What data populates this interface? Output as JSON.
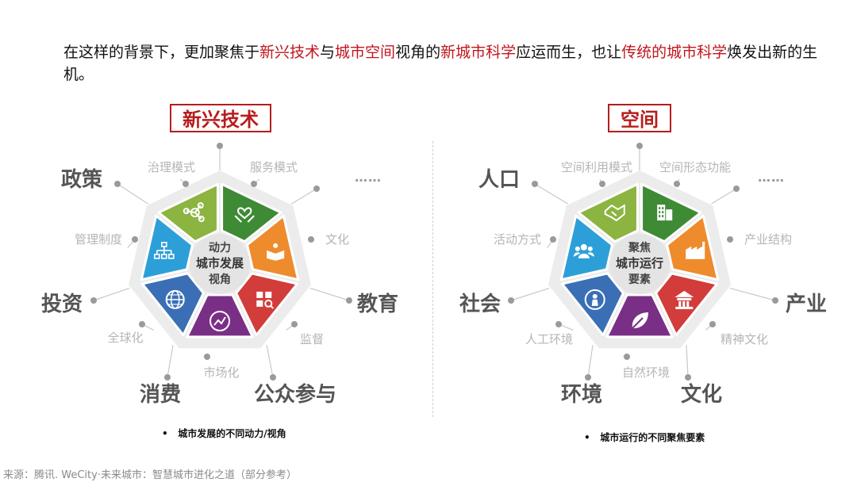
{
  "intro": {
    "p1": "在这样的背景下，更加聚焦于",
    "h1": "新兴技术",
    "p2": "与",
    "h2": "城市空间",
    "p3": "视角的",
    "h3": "新城市科学",
    "p4": "应运而生，也让",
    "h4": "传统的城市科学",
    "p5": "焕发出新的生机。"
  },
  "left": {
    "title": "新兴技术",
    "center": [
      "动力",
      "城市发展",
      "视角"
    ],
    "labels_big": [
      "政策",
      "投资",
      "消费",
      "公众参与",
      "教育"
    ],
    "labels_small": [
      "治理模式",
      "服务模式",
      "文化",
      "管理制度",
      "全球化",
      "市场化",
      "监督"
    ],
    "dots": "……",
    "caption": "城市发展的不同动力/视角",
    "icons": [
      "network-icon",
      "heart-hands-icon",
      "book-icon",
      "dashboard-search-icon",
      "trend-chart-icon",
      "globe-icon",
      "org-chart-icon"
    ]
  },
  "right": {
    "title": "空间",
    "center": [
      "聚焦",
      "城市运行",
      "要素"
    ],
    "labels_big": [
      "人口",
      "社会",
      "环境",
      "文化",
      "产业"
    ],
    "labels_small": [
      "空间利用模式",
      "空间形态功能",
      "产业结构",
      "活动方式",
      "人工环境",
      "自然环境",
      "精神文化"
    ],
    "dots": "……",
    "caption": "城市运行的不同聚焦要素",
    "icons": [
      "handshake-icon",
      "building-icon",
      "factory-icon",
      "temple-icon",
      "leaf-icon",
      "person-location-icon",
      "people-icon"
    ]
  },
  "colors": {
    "segments": [
      "#8bb440",
      "#3f8a34",
      "#ee8b2c",
      "#d23c3a",
      "#7a2f86",
      "#3a6fb5",
      "#2d9fd8"
    ],
    "highlight": "#c0161d"
  },
  "source": "来源：腾讯. WeCity·未来城市：智慧城市进化之道（部分参考）"
}
